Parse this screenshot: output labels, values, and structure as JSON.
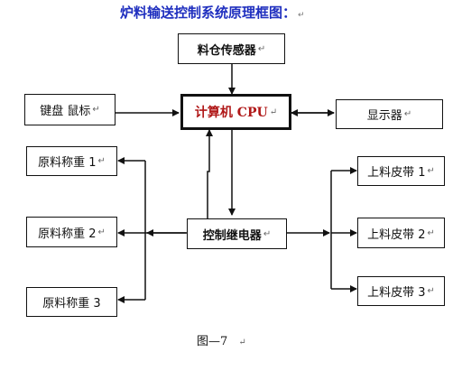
{
  "title": "炉料输送控制系统原理框图：",
  "return_mark": "↵",
  "nodes": {
    "sensor": "料仓传感器",
    "keyboard": "键盘 鼠标",
    "cpu": "计算机 CPU",
    "display": "显示器",
    "weigh1": "原料称重 1",
    "weigh2": "原料称重 2",
    "weigh3": "原料称重 3",
    "relay": "控制继电器",
    "belt1": "上料皮带 1",
    "belt2": "上料皮带 2",
    "belt3": "上料皮带 3"
  },
  "caption": "图—7"
}
